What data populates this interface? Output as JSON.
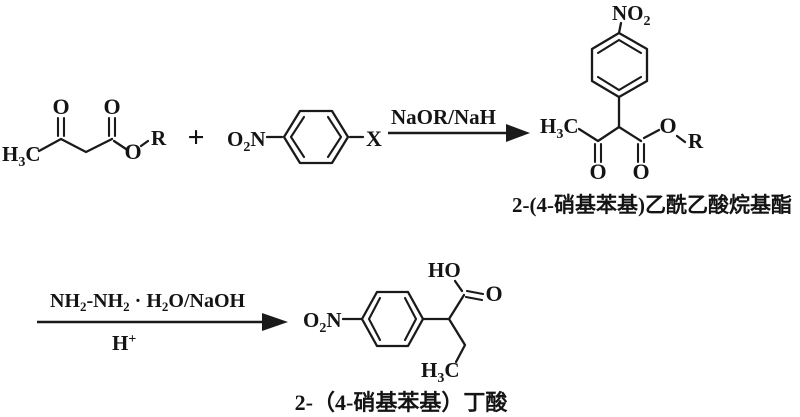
{
  "scheme": {
    "step1": {
      "reactant1": {
        "h3c": {
          "h": "H",
          "sub": "3",
          "c": "C"
        },
        "o_ketone": "O",
        "o_carbonyl": "O",
        "o_ester": "O",
        "r": "R"
      },
      "plus": "+",
      "reactant2": {
        "o2n": {
          "o": "O",
          "sub": "2",
          "n": "N"
        },
        "x": "X"
      },
      "arrow": {
        "reagent": "NaOR/NaH"
      },
      "product": {
        "no2": {
          "no": "NO",
          "sub": "2"
        },
        "h3c": {
          "h": "H",
          "sub": "3",
          "c": "C"
        },
        "o_ketone": "O",
        "o_carbonyl": "O",
        "o_ester": "O",
        "r": "R",
        "caption": "2-(4-硝基苯基)乙酰乙酸烷基酯"
      }
    },
    "step2": {
      "arrow": {
        "above": {
          "p1": "NH",
          "s1": "2",
          "p2": "-NH",
          "s2": "2",
          "p3": " · H",
          "s3": "2",
          "p4": "O/NaOH"
        },
        "below": {
          "p1": "H",
          "sup": "+"
        }
      },
      "product": {
        "o2n": {
          "o": "O",
          "sub": "2",
          "n": "N"
        },
        "ho": "HO",
        "o_acid": "O",
        "h3c": {
          "h": "H",
          "sub": "3",
          "c": "C"
        },
        "caption": "2-（4-硝基苯基）丁酸"
      }
    }
  }
}
